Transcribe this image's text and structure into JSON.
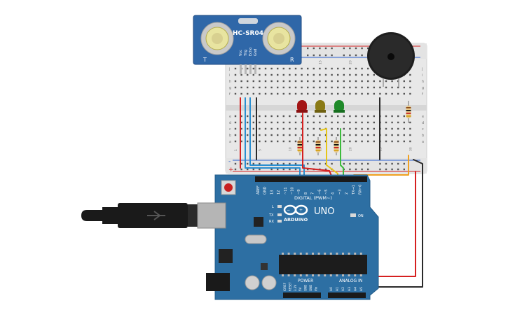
{
  "sensor": {
    "model": "HC-SR04",
    "left_mark": "T",
    "right_mark": "R",
    "pins": [
      "Vcc",
      "Trig",
      "Echo",
      "Gnd"
    ]
  },
  "breadboard": {
    "row_labels_top": [
      "j",
      "i",
      "h",
      "g",
      "f"
    ],
    "row_labels_bottom": [
      "e",
      "d",
      "c",
      "b",
      "a"
    ],
    "col_numbers": [
      "1",
      "5",
      "10",
      "15",
      "20",
      "25",
      "30"
    ],
    "rail_plus": "+",
    "rail_minus": "-"
  },
  "leds": [
    {
      "color": "red",
      "fill": "#a31515"
    },
    {
      "color": "yellow",
      "fill": "#8a7a16"
    },
    {
      "color": "green",
      "fill": "#1f8a2a"
    }
  ],
  "arduino": {
    "brand": "ARDUINO",
    "model": "UNO",
    "digital_header": "DIGITAL (PWM~)",
    "power_label": "POWER",
    "analog_label": "ANALOG IN",
    "on_label": "ON",
    "l_label": "L",
    "tx_label": "TX",
    "rx_label": "RX",
    "digital_pins": [
      "AREF",
      "GND",
      "13",
      "12",
      "~11",
      "~10",
      "~9",
      "8",
      "7",
      "~6",
      "~5",
      "4",
      "~3",
      "2",
      "TX→1",
      "RX←0"
    ],
    "power_pins": [
      "IOREF",
      "RESET",
      "3.3V",
      "5V",
      "GND",
      "GND",
      "Vin"
    ],
    "analog_pins": [
      "A0",
      "A1",
      "A2",
      "A3",
      "A4",
      "A5"
    ]
  },
  "colors": {
    "board_blue": "#2d6fa3",
    "wire_red": "#d62020",
    "wire_blue": "#2a8fd0",
    "wire_orange": "#f0a020",
    "wire_yellow": "#e6c619",
    "wire_green": "#3dbb3d",
    "wire_dark": "#2a2a2a"
  },
  "icons": [
    "usb-cable-icon",
    "buzzer-icon",
    "resistor-icon",
    "led-icon",
    "reset-button-icon",
    "chip-icon"
  ]
}
